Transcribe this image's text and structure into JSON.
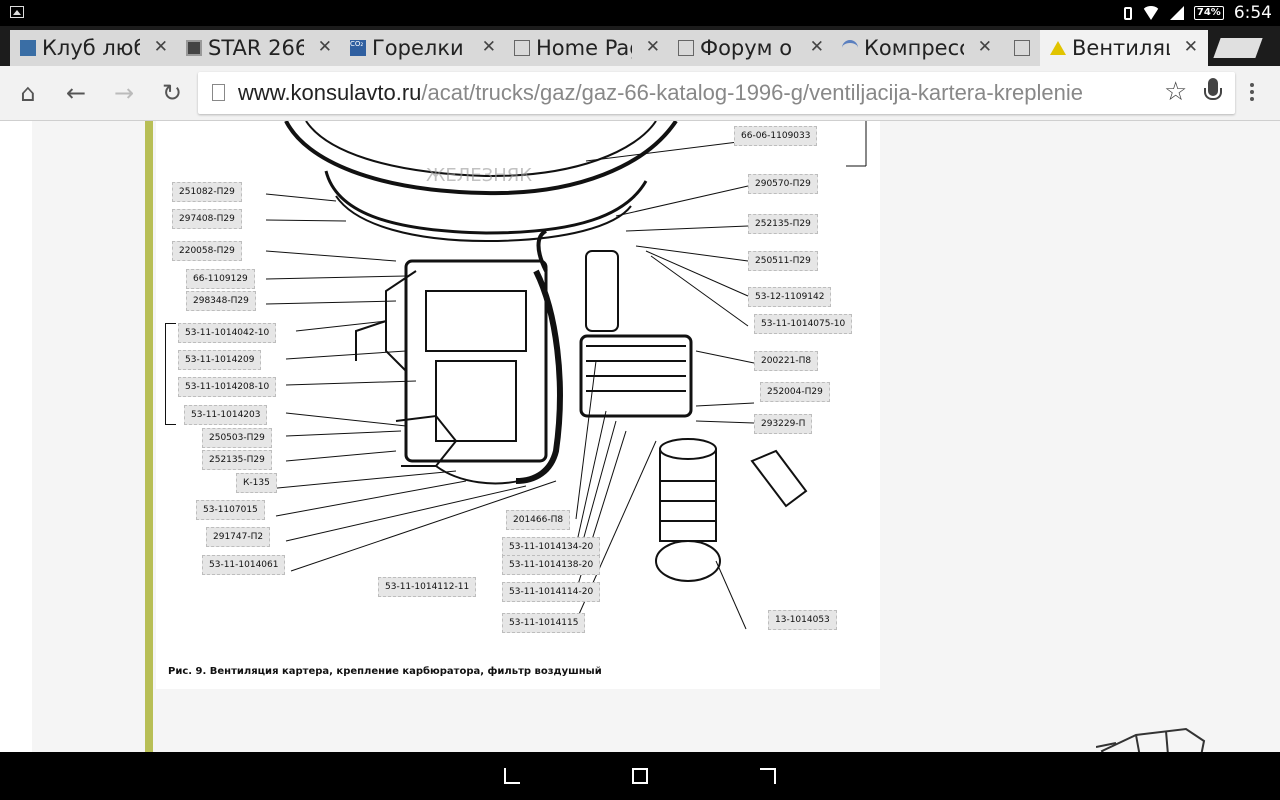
{
  "status_bar": {
    "battery": "74%",
    "time": "6:54",
    "icons": [
      "picture-icon",
      "vibrate-icon",
      "wifi-icon",
      "signal-icon",
      "battery-icon"
    ]
  },
  "tabs": [
    {
      "title": "Клуб люб",
      "favicon": "club-favicon",
      "active": false
    },
    {
      "title": "STAR 266",
      "favicon": "star-favicon",
      "active": false
    },
    {
      "title": "Горелки -",
      "favicon": "co2-favicon",
      "active": false
    },
    {
      "title": "Home Pag",
      "favicon": "page-favicon",
      "active": false
    },
    {
      "title": "Форум о ,",
      "favicon": "page-favicon",
      "active": false
    },
    {
      "title": "Компресс",
      "favicon": "compressor-favicon",
      "active": false
    },
    {
      "title": "",
      "favicon": "page-favicon",
      "active": false
    },
    {
      "title": "Вентиляц",
      "favicon": "warning-favicon",
      "active": true
    }
  ],
  "toolbar": {
    "url_host": "www.konsulavto.ru",
    "url_path": "/acat/trucks/gaz/gaz-66-katalog-1996-g/ventiljacija-kartera-kreplenie"
  },
  "figure": {
    "caption": "Рис. 9. Вентиляция картера, крепление карбюратора, фильтр воздушный",
    "watermark": "ЖЕЛЕЗНЯК",
    "labels": [
      "66-06-1109033",
      "251082-П29",
      "297408-П29",
      "290570-П29",
      "220058-П29",
      "252135-П29",
      "66-1109129",
      "250511-П29",
      "298348-П29",
      "53-12-1109142",
      "53-11-1014042-10",
      "53-11-1014075-10",
      "53-11-1014209",
      "200221-П8",
      "53-11-1014208-10",
      "252004-П29",
      "53-11-1014203",
      "293229-П",
      "250503-П29",
      "252135-П29",
      "К-135",
      "53-1107015",
      "201466-П8",
      "291747-П2",
      "53-11-1014134-20",
      "53-11-1014061",
      "53-11-1014138-20",
      "53-11-1014112-11",
      "53-11-1014114-20",
      "13-1014053",
      "53-11-1014115"
    ]
  }
}
